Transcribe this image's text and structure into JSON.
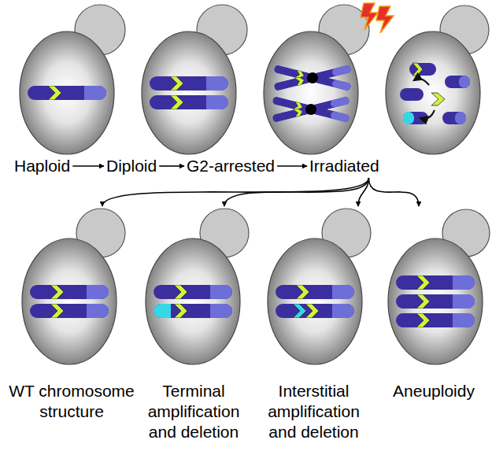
{
  "diagram": {
    "nodes": [
      {
        "text": [
          "Haploid"
        ]
      },
      {
        "text": [
          "Diploid"
        ]
      },
      {
        "text": [
          "G2-arrested"
        ]
      },
      {
        "text": [
          "Irradiated"
        ]
      },
      {
        "text": [
          "WT chromosome structure"
        ]
      },
      {
        "text": [
          "Terminal amplification and deletion"
        ]
      },
      {
        "text": [
          "Interstitial amplification and deletion"
        ]
      },
      {
        "text": [
          "Aneuploidy"
        ]
      }
    ],
    "edges": [
      {
        "from": 0,
        "to": 1,
        "arrow": "to"
      },
      {
        "from": 1,
        "to": 2,
        "arrow": "to"
      },
      {
        "from": 2,
        "to": 3,
        "arrow": "to"
      },
      {
        "from": 3,
        "to": 4,
        "arrow": "to"
      },
      {
        "from": 3,
        "to": 5,
        "arrow": "to"
      },
      {
        "from": 3,
        "to": 6,
        "arrow": "to"
      },
      {
        "from": 3,
        "to": 7,
        "arrow": "to"
      }
    ]
  }
}
